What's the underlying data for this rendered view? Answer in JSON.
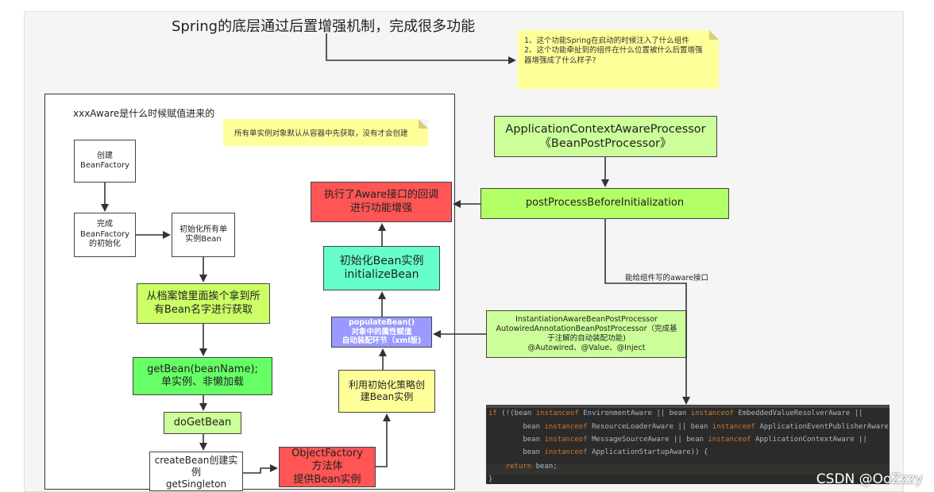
{
  "title": "Spring的底层通过后置增强机制，完成很多功能",
  "top_note": "1、这个功能Spring在启动的时候注入了什么组件\n2、这个功能牵扯到的组件在什么位置被什么后置增强器增强成了什么样子?",
  "left_panel_title": "xxxAware是什么时候赋值进来的",
  "left_note": "所有单实例对象默认从容器中先获取，没有才会创建",
  "nodes": {
    "create_factory": "创建\nBeanFactory",
    "finish_factory": "完成\nBeanFactory\n的初始化",
    "init_singletons": "初始化所有单\n实例Bean",
    "archive": "从档案馆里面挨个拿到所\n有Bean名字进行获取",
    "getbean": "getBean(beanName);\n单实例、非懒加载",
    "dogetbean": "doGetBean",
    "createbean": "createBean创建实\n例\ngetSingleton",
    "objectfactory": "ObjectFactory\n方法体\n提供Bean实例",
    "init_strategy": "利用初始化策略创\n建Bean实例",
    "populate": "populateBean()\n对象中的属性赋值\n自动装配环节（xml版)",
    "init_bean": "初始化Bean实例\ninitializeBean",
    "aware_callback": "执行了Aware接口的回调\n进行功能增强",
    "acap": "ApplicationContextAwareProcessor\n《BeanPostProcessor》",
    "ppbi": "postProcessBeforeInitialization",
    "iabpp": "InstantiationAwareBeanPostProcessor\nAutowiredAnnotationBeanPostProcessor（完成基\n于注解的自动装配功能)\n@Autowired、@Value、@Inject"
  },
  "edge_label": "能给组件写的aware接口",
  "code_lines": [
    [
      [
        "kw",
        "if "
      ],
      [
        "p",
        "(!(bean "
      ],
      [
        "kw",
        "instanceof "
      ],
      [
        "p",
        "EnvironmentAware || bean "
      ],
      [
        "kw",
        "instanceof "
      ],
      [
        "p",
        "EmbeddedValueResolverAware ||"
      ]
    ],
    [
      [
        "p",
        "        bean "
      ],
      [
        "kw",
        "instanceof "
      ],
      [
        "p",
        "ResourceLoaderAware || bean "
      ],
      [
        "kw",
        "instanceof "
      ],
      [
        "p",
        "ApplicationEventPublisherAware ||"
      ]
    ],
    [
      [
        "p",
        "        bean "
      ],
      [
        "kw",
        "instanceof "
      ],
      [
        "p",
        "MessageSourceAware || bean "
      ],
      [
        "kw",
        "instanceof "
      ],
      [
        "p",
        "ApplicationContextAware ||"
      ]
    ],
    [
      [
        "p",
        "        bean "
      ],
      [
        "kw",
        "instanceof "
      ],
      [
        "p",
        "ApplicationStartupAware)) {"
      ]
    ],
    [
      [
        "p",
        "    "
      ],
      [
        "kw",
        "return "
      ],
      [
        "p",
        "bean;"
      ]
    ],
    [
      [
        "p",
        "}"
      ]
    ]
  ],
  "watermark": "CSDN @OoZzzy",
  "colors": {
    "yellow_note": "#ffff99",
    "light_green": "#ccff99",
    "lime": "#b3ff66",
    "bright_green": "#66ff66",
    "red": "#ff5555",
    "aqua": "#66ffcc",
    "purple": "#9999ff",
    "pale_yellow": "#ffff99",
    "white": "#ffffff",
    "code_bg": "#2b2b2b",
    "keyword": "#cc7832"
  }
}
